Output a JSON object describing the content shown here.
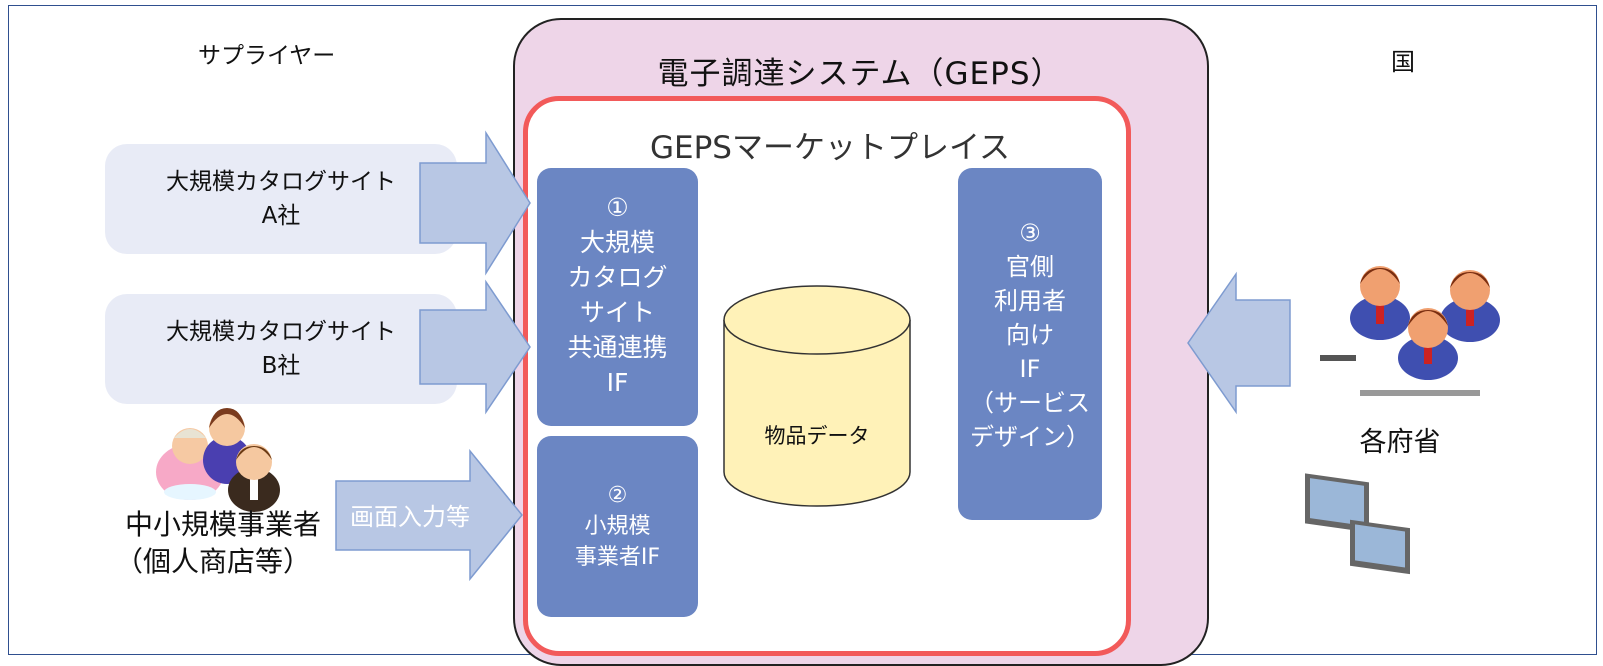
{
  "supplier_heading": "サプライヤー",
  "country_heading": "国",
  "system": {
    "title": "電子調達システム（GEPS）",
    "marketplace_title": "GEPSマーケットプレイス"
  },
  "suppliers": {
    "site_a": {
      "line1": "大規模カタログサイト",
      "line2": "A社"
    },
    "site_b": {
      "line1": "大規模カタログサイト",
      "line2": "B社"
    },
    "small_business": {
      "line1": "中小規模事業者",
      "line2": "（個人商店等）",
      "arrow_label": "画面入力等"
    }
  },
  "interfaces": {
    "if1": {
      "num": "①",
      "lines": [
        "大規模",
        "カタログ",
        "サイト",
        "共通連携",
        "IF"
      ]
    },
    "if2": {
      "num": "②",
      "lines": [
        "小規模",
        "事業者IF"
      ]
    },
    "if3": {
      "num": "③",
      "lines": [
        "官側",
        "利用者",
        "向け",
        "IF",
        "（サービス",
        "デザイン）"
      ]
    }
  },
  "database": {
    "label": "物品データ"
  },
  "government": {
    "label": "各府省"
  },
  "colors": {
    "frame_border": "#2f4f8f",
    "system_fill": "#eed5e8",
    "marketplace_border": "#f25a5a",
    "if_box_fill": "#6b86c3",
    "supplier_pill_fill": "#e8ebf6",
    "arrow_fill": "#b8c7e4",
    "arrow_stroke": "#7e9bd0",
    "database_fill": "#fff2b8"
  }
}
